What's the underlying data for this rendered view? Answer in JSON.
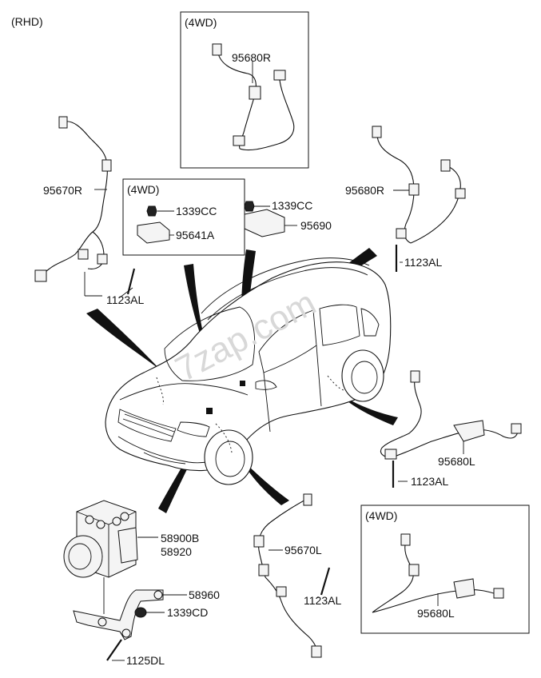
{
  "header": {
    "variant": "(RHD)"
  },
  "watermark": "7zap.com",
  "boxes": {
    "box_4wd_top": "(4WD)",
    "box_4wd_left": "(4WD)",
    "box_4wd_bottom": "(4WD)"
  },
  "labels": {
    "p95680R_box": "95680R",
    "p95670R": "95670R",
    "p1339CC_box": "1339CC",
    "p95641A": "95641A",
    "p1339CC": "1339CC",
    "p95690": "95690",
    "p95680R": "95680R",
    "p1123AL_right": "1123AL",
    "p1123AL_left": "1123AL",
    "p95680L": "95680L",
    "p1123AL_rear": "1123AL",
    "p58900B": "58900B",
    "p58920": "58920",
    "p58960": "58960",
    "p1339CD": "1339CD",
    "p1125DL": "1125DL",
    "p95670L": "95670L",
    "p1123AL_bottom": "1123AL",
    "p95680L_box": "95680L"
  }
}
